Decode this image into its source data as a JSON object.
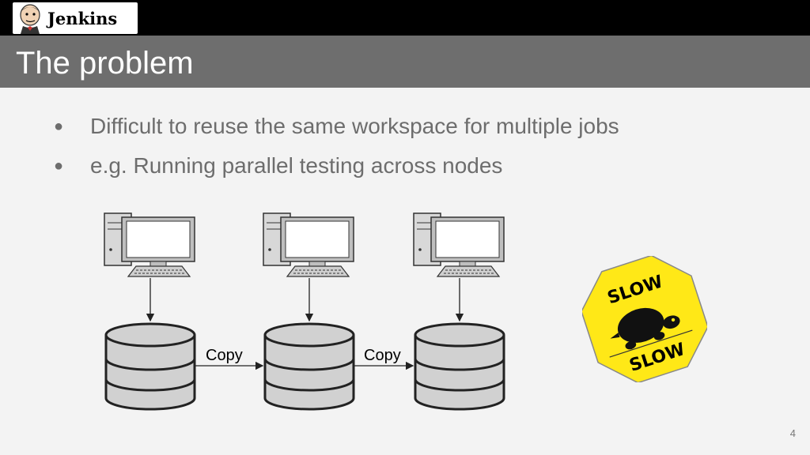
{
  "brand": {
    "logo_text": "Jenkins"
  },
  "slide": {
    "title": "The problem",
    "bullets": [
      "Difficult to reuse the same workspace for multiple jobs",
      "e.g. Running parallel testing across nodes"
    ],
    "page_number": "4"
  },
  "diagram": {
    "copy_labels": [
      "Copy",
      "Copy"
    ]
  },
  "slow_sign": {
    "text_top": "SLOW",
    "text_bottom": "SLOW",
    "color": "#ffe817"
  },
  "colors": {
    "title_bar": "#6e6e6e",
    "top_bar": "#000000",
    "bullet_text": "#6d6d6d",
    "db_fill": "#d1d1d1"
  }
}
